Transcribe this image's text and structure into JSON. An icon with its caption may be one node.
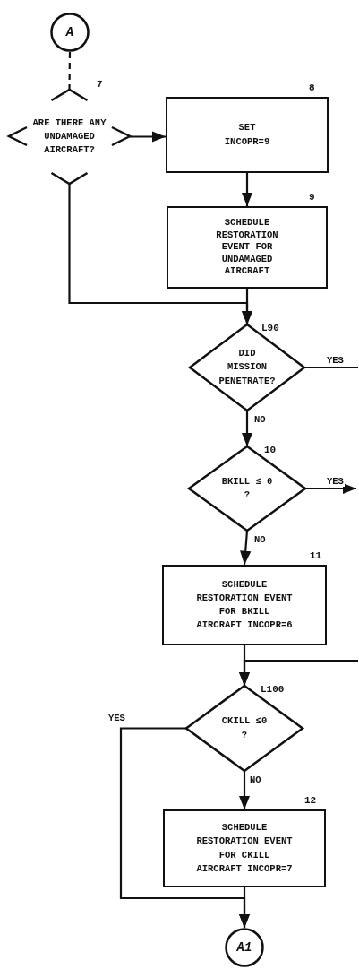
{
  "diagram": {
    "nodes": [
      {
        "text": [
          "A"
        ]
      },
      {
        "text": [
          "ARE THERE ANY UNDAMAGED AIRCRAFT?"
        ],
        "beside": [
          "7"
        ]
      },
      {
        "text": [
          "SET INCOPR=9"
        ],
        "beside": [
          "8"
        ]
      },
      {
        "text": [
          "SCHEDULE RESTORATION EVENT FOR UNDAMAGED AIRCRAFT"
        ],
        "beside": [
          "9"
        ]
      },
      {
        "text": [
          "DID MISSION PENETRATE?"
        ],
        "beside": [
          "L90"
        ]
      },
      {
        "text": [
          "BKILL ≤ 0 ?"
        ],
        "beside": [
          "10"
        ]
      },
      {
        "text": [
          "SCHEDULE RESTORATION EVENT FOR BKILL AIRCRAFT INCOPR=6"
        ],
        "beside": [
          "11"
        ]
      },
      {
        "text": [
          "CKILL ≤0 ?"
        ],
        "beside": [
          "L100"
        ]
      },
      {
        "text": [
          "SCHEDULE RESTORATION EVENT FOR CKILL AIRCRAFT INCOPR=7"
        ],
        "beside": [
          "12"
        ]
      },
      {
        "text": [
          "A1"
        ]
      }
    ],
    "edges": [
      {
        "from": 0,
        "to": 1,
        "arrow": "none",
        "style": "dashed"
      },
      {
        "from": 1,
        "to": 2,
        "arrow": "to"
      },
      {
        "from": 2,
        "to": 3,
        "arrow": "to"
      },
      {
        "from": 1,
        "to": 4,
        "arrow": "to"
      },
      {
        "from": 3,
        "to": 4,
        "arrow": "to"
      },
      {
        "from": 4,
        "to": null,
        "arrow": "none",
        "label": "YES"
      },
      {
        "from": 4,
        "to": 5,
        "arrow": "to",
        "label": "NO"
      },
      {
        "from": 5,
        "to": null,
        "arrow": "to",
        "label": "YES"
      },
      {
        "from": 5,
        "to": 6,
        "arrow": "to",
        "label": "NO"
      },
      {
        "from": null,
        "to": 7,
        "arrow": "to"
      },
      {
        "from": 6,
        "to": 7,
        "arrow": "to"
      },
      {
        "from": 7,
        "to": 9,
        "arrow": "to",
        "label": "YES"
      },
      {
        "from": 7,
        "to": 8,
        "arrow": "to",
        "label": "NO"
      },
      {
        "from": 8,
        "to": 9,
        "arrow": "to"
      }
    ]
  }
}
